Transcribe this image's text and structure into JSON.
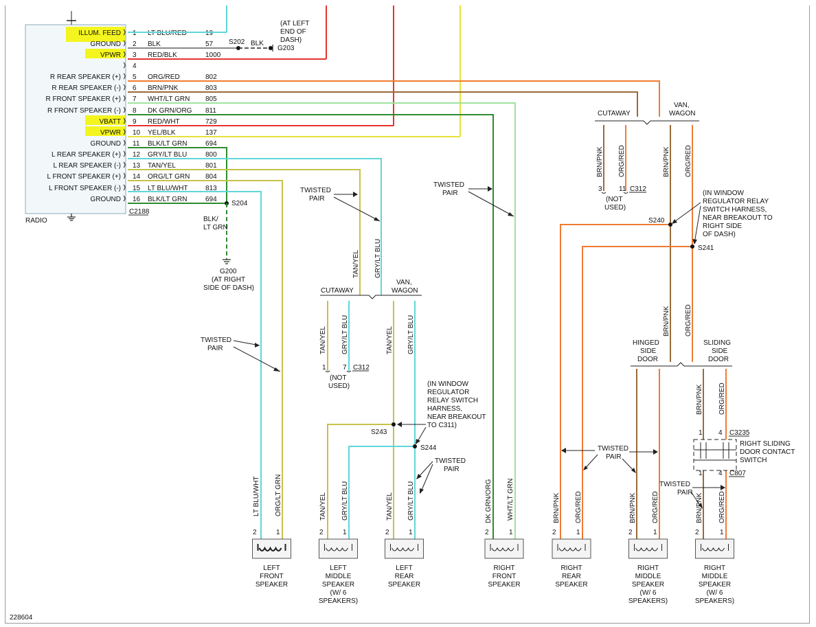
{
  "diagram_id": "228604",
  "colors": {
    "lt_blu": "#5fd6d9",
    "red": "#e5322d",
    "orange": "#ef7b33",
    "brown": "#9a6a3a",
    "green": "#2e8b2e",
    "lt_green": "#9fe29f",
    "yellow": "#e6e23a",
    "olive": "#c6c24a",
    "black": "#222222",
    "highlight": "#f4f51e"
  },
  "radio": {
    "title": "RADIO",
    "connector": "C2188",
    "pins": [
      {
        "num": "1",
        "label": "ILLUM. FEED",
        "wire": "LT BLU/RED",
        "circuit": "19",
        "highlight": true
      },
      {
        "num": "2",
        "label": "GROUND",
        "wire": "BLK",
        "circuit": "57",
        "highlight": false
      },
      {
        "num": "3",
        "label": "VPWR",
        "wire": "RED/BLK",
        "circuit": "1000",
        "highlight": true
      },
      {
        "num": "4",
        "label": "",
        "wire": "",
        "circuit": "",
        "highlight": false
      },
      {
        "num": "5",
        "label": "R REAR SPEAKER (+)",
        "wire": "ORG/RED",
        "circuit": "802",
        "highlight": false
      },
      {
        "num": "6",
        "label": "R REAR SPEAKER (-)",
        "wire": "BRN/PNK",
        "circuit": "803",
        "highlight": false
      },
      {
        "num": "7",
        "label": "R FRONT SPEAKER (+)",
        "wire": "WHT/LT GRN",
        "circuit": "805",
        "highlight": false
      },
      {
        "num": "8",
        "label": "R FRONT SPEAKER (-)",
        "wire": "DK GRN/ORG",
        "circuit": "811",
        "highlight": false
      },
      {
        "num": "9",
        "label": "VBATT",
        "wire": "RED/WHT",
        "circuit": "729",
        "highlight": true
      },
      {
        "num": "10",
        "label": "VPWR",
        "wire": "YEL/BLK",
        "circuit": "137",
        "highlight": true
      },
      {
        "num": "11",
        "label": "GROUND",
        "wire": "BLK/LT GRN",
        "circuit": "694",
        "highlight": false
      },
      {
        "num": "12",
        "label": "L REAR SPEAKER (+)",
        "wire": "GRY/LT BLU",
        "circuit": "800",
        "highlight": false
      },
      {
        "num": "13",
        "label": "L REAR SPEAKER (-)",
        "wire": "TAN/YEL",
        "circuit": "801",
        "highlight": false
      },
      {
        "num": "14",
        "label": "L FRONT SPEAKER (+)",
        "wire": "ORG/LT GRN",
        "circuit": "804",
        "highlight": false
      },
      {
        "num": "15",
        "label": "L FRONT SPEAKER (-)",
        "wire": "LT BLU/WHT",
        "circuit": "813",
        "highlight": false
      },
      {
        "num": "16",
        "label": "GROUND",
        "wire": "BLK/LT GRN",
        "circuit": "694",
        "highlight": false
      }
    ]
  },
  "splices": {
    "s202": "S202",
    "s202_wire": "BLK",
    "g203": "G203",
    "g203_note": [
      "(AT LEFT",
      "END OF",
      "DASH)"
    ],
    "s204": "S204",
    "s204_wire": [
      "BLK/",
      "LT GRN"
    ],
    "g200": "G200",
    "g200_note": [
      "(AT RIGHT",
      "SIDE OF DASH)"
    ],
    "s240": "S240",
    "s241": "S241",
    "s243": "S243",
    "s244": "S244",
    "window_note": [
      "(IN WINDOW",
      "REGULATOR RELAY",
      "SWITCH HARNESS,",
      "NEAR BREAKOUT TO",
      "RIGHT SIDE",
      "OF DASH)"
    ],
    "window_note_left": [
      "(IN WINDOW",
      "REGULATOR",
      "RELAY SWITCH",
      "HARNESS,",
      "NEAR BREAKOUT",
      "TO C311)"
    ]
  },
  "labels": {
    "twisted_pair": [
      "TWISTED",
      "PAIR"
    ],
    "cutaway": "CUTAWAY",
    "van_wagon": [
      "VAN,",
      "WAGON"
    ],
    "hinged": [
      "HINGED",
      "SIDE",
      "DOOR"
    ],
    "sliding": [
      "SLIDING",
      "SIDE",
      "DOOR"
    ],
    "not_used": [
      "(NOT",
      "USED)"
    ],
    "c312": "C312",
    "c3235": "C3235",
    "c807": "C807",
    "door_switch": [
      "RIGHT SLIDING",
      "DOOR CONTACT",
      "SWITCH"
    ],
    "brn_pnk": "BRN/PNK",
    "org_red": "ORG/RED",
    "tan_yel": "TAN/YEL",
    "gry_lt_blu": "GRY/LT BLU",
    "lt_blu_wht": "LT BLU/WHT",
    "org_lt_grn": "ORG/LT GRN",
    "dk_grn_org": "DK GRN/ORG",
    "wht_lt_grn": "WHT/LT GRN",
    "pin1": "1",
    "pin2": "2",
    "pin3": "3",
    "pin4": "4",
    "pin7": "7",
    "pin11": "11"
  },
  "speakers": [
    {
      "name": [
        "LEFT",
        "FRONT",
        "SPEAKER"
      ]
    },
    {
      "name": [
        "LEFT",
        "MIDDLE",
        "SPEAKER",
        "(W/ 6",
        "SPEAKERS)"
      ]
    },
    {
      "name": [
        "LEFT",
        "REAR",
        "SPEAKER"
      ]
    },
    {
      "name": [
        "RIGHT",
        "FRONT",
        "SPEAKER"
      ]
    },
    {
      "name": [
        "RIGHT",
        "REAR",
        "SPEAKER"
      ]
    },
    {
      "name": [
        "RIGHT",
        "MIDDLE",
        "SPEAKER",
        "(W/ 6",
        "SPEAKERS)"
      ]
    },
    {
      "name": [
        "RIGHT",
        "MIDDLE",
        "SPEAKER",
        "(W/ 6",
        "SPEAKERS)"
      ]
    }
  ]
}
